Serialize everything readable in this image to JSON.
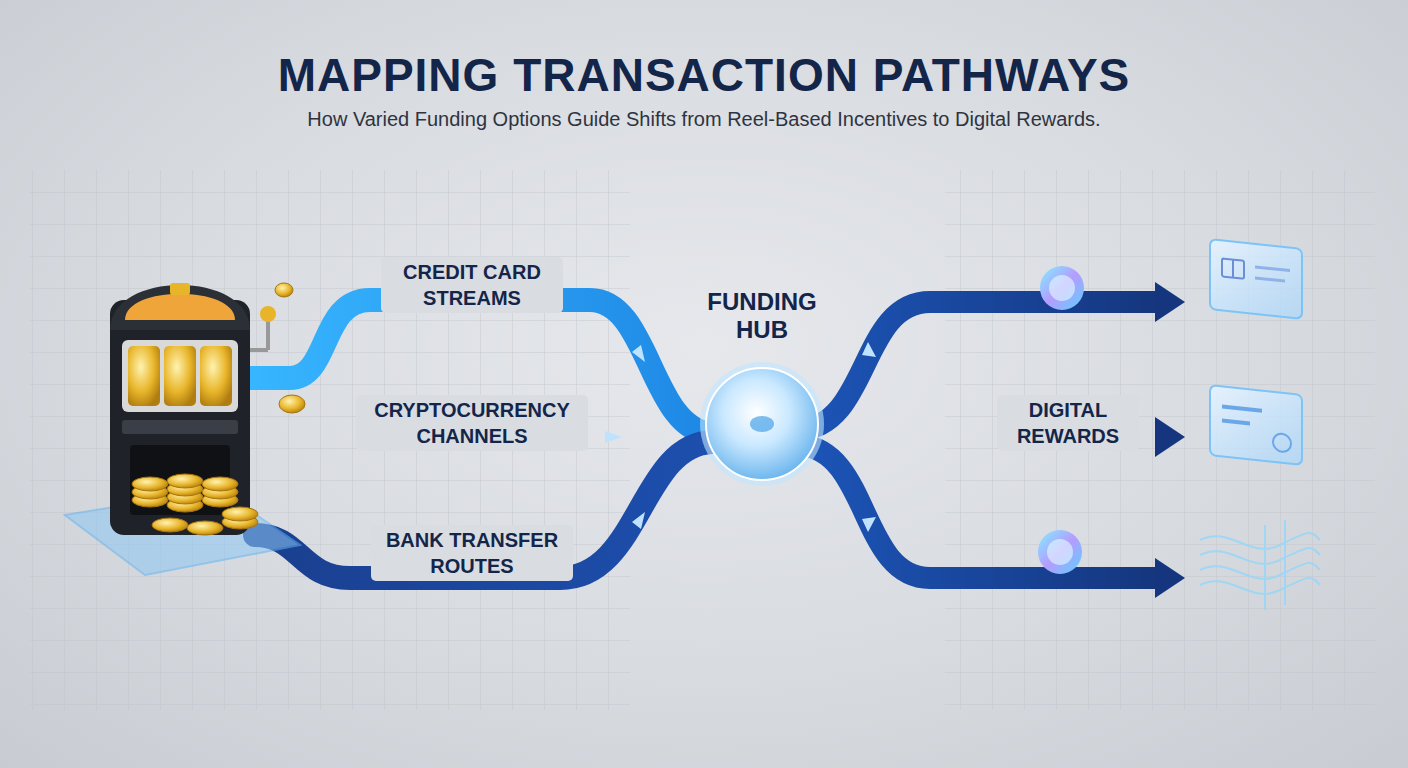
{
  "diagram": {
    "title": "MAPPING TRANSACTION PATHWAYS",
    "nodes": [
      {
        "text": [
          "FUNDING HUB"
        ]
      }
    ],
    "labels": [
      "How Varied Funding Options Guide Shifts from Reel-Based Incentives to Digital Rewards.",
      "CREDIT CARD STREAMS",
      "CRYPTOCURRENCY CHANNELS",
      "BANK TRANSFER ROUTES",
      "DIGITAL REWARDS"
    ]
  }
}
